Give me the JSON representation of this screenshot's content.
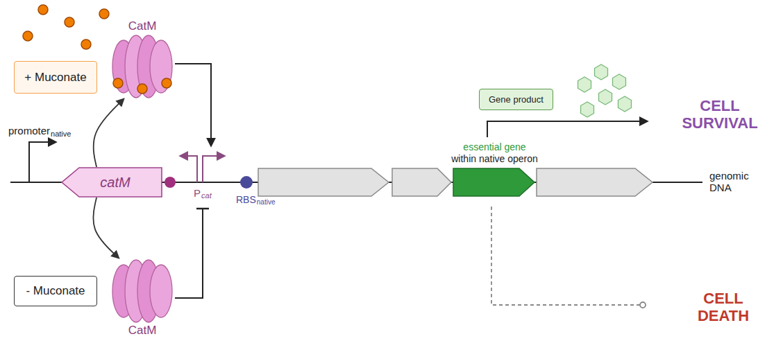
{
  "diagram": {
    "nodes": [
      {
        "text": [
          "+ Muconate"
        ]
      },
      {
        "text": [
          "CatM"
        ]
      },
      {
        "text": [
          "catM"
        ]
      },
      {
        "text": [
          "CatM"
        ]
      },
      {
        "text": [
          "- Muconate"
        ]
      },
      {
        "text": [
          "Gene product"
        ]
      }
    ],
    "edges": [
      {
        "from": 2,
        "to": 1,
        "arrow": "to"
      },
      {
        "from": 2,
        "to": 3,
        "arrow": "to"
      }
    ],
    "labels": [
      "promoter",
      "native",
      "P",
      "cat",
      "RBS",
      "native",
      "essential gene",
      "within native operon",
      "genomic DNA",
      "CELL SURVIVAL",
      "CELL DEATH"
    ]
  }
}
